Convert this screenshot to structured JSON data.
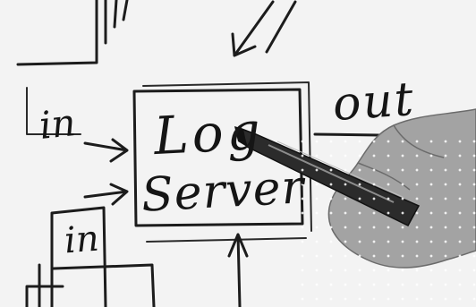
{
  "labels": {
    "in_top": "in",
    "in_bottom": "in",
    "out": "out",
    "box_line1": "Log",
    "box_line2": "Server"
  },
  "colors": {
    "ink": "#1c1c1c",
    "board": "#f3f3f3",
    "hand": "#9a9a9a",
    "marker_body": "#2b2b2b"
  },
  "icons": {
    "hand": "hand-holding-marker",
    "marker": "marker-pen"
  }
}
